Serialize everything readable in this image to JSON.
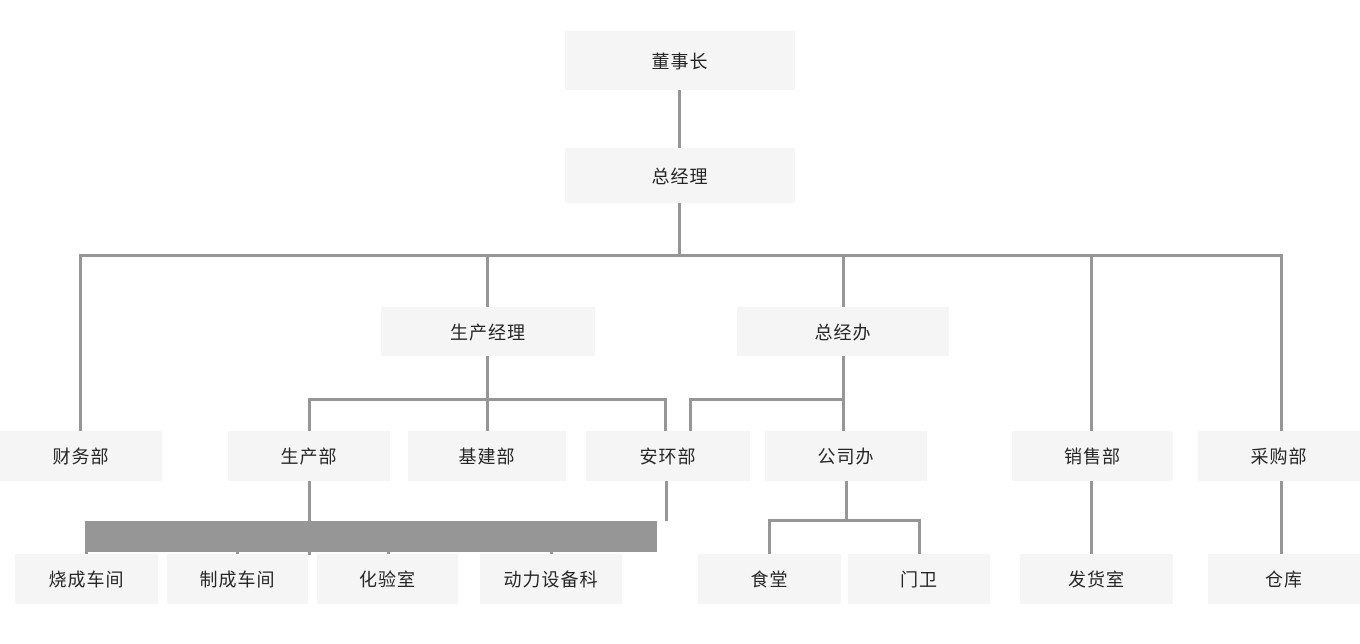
{
  "diagram": {
    "type": "org-chart",
    "colors": {
      "background": "#ffffff",
      "node_fill": "#f5f5f5",
      "line_color": "#969696",
      "text_color": "#262626"
    },
    "nodes": {
      "chairman": {
        "label": "董事长"
      },
      "gm": {
        "label": "总经理"
      },
      "production_manager": {
        "label": "生产经理"
      },
      "gm_office": {
        "label": "总经办"
      },
      "finance": {
        "label": "财务部"
      },
      "production": {
        "label": "生产部"
      },
      "infrastructure": {
        "label": "基建部"
      },
      "safety_env": {
        "label": "安环部"
      },
      "company_office": {
        "label": "公司办"
      },
      "sales": {
        "label": "销售部"
      },
      "purchasing": {
        "label": "采购部"
      },
      "kiln_workshop": {
        "label": "烧成车间"
      },
      "finishing_workshop": {
        "label": "制成车间"
      },
      "lab": {
        "label": "化验室"
      },
      "power_equipment": {
        "label": "动力设备科"
      },
      "canteen": {
        "label": "食堂"
      },
      "gatehouse": {
        "label": "门卫"
      },
      "shipping_room": {
        "label": "发货室"
      },
      "warehouse": {
        "label": "仓库"
      }
    },
    "edges": [
      {
        "from": "chairman",
        "to": "gm"
      },
      {
        "from": "gm",
        "to": "finance"
      },
      {
        "from": "gm",
        "to": "production_manager"
      },
      {
        "from": "gm",
        "to": "gm_office"
      },
      {
        "from": "gm",
        "to": "sales"
      },
      {
        "from": "gm",
        "to": "purchasing"
      },
      {
        "from": "production_manager",
        "to": "production"
      },
      {
        "from": "production_manager",
        "to": "infrastructure"
      },
      {
        "from": "production_manager",
        "to": "safety_env"
      },
      {
        "from": "gm_office",
        "to": "safety_env"
      },
      {
        "from": "gm_office",
        "to": "company_office"
      },
      {
        "from": "company_office",
        "to": "canteen"
      },
      {
        "from": "company_office",
        "to": "gatehouse"
      },
      {
        "from": "sales",
        "to": "shipping_room"
      },
      {
        "from": "purchasing",
        "to": "warehouse"
      }
    ],
    "thick_highlighted_bus": {
      "connects_from": [
        "production",
        "safety_env"
      ],
      "connects_to": [
        "kiln_workshop",
        "finishing_workshop",
        "lab",
        "power_equipment"
      ]
    }
  }
}
